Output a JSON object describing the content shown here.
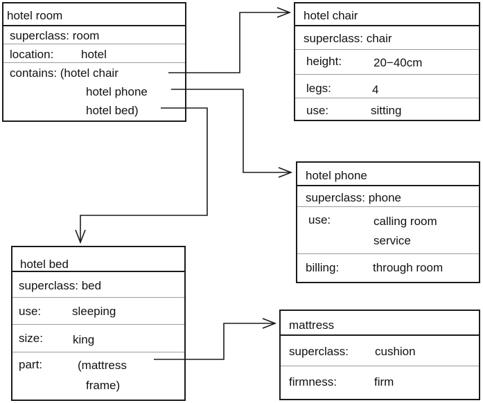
{
  "frames": {
    "hotel_room": {
      "title": "hotel room",
      "superclass": "superclass: room",
      "location_label": "location:",
      "location_value": "hotel",
      "contains_line1": "contains: (hotel chair",
      "contains_line2": "hotel phone",
      "contains_line3": "hotel bed)"
    },
    "hotel_chair": {
      "title": "hotel chair",
      "superclass": "superclass: chair",
      "height_label": "height:",
      "height_value": "20−40cm",
      "legs_label": "legs:",
      "legs_value": "4",
      "use_label": "use:",
      "use_value": "sitting"
    },
    "hotel_phone": {
      "title": "hotel phone",
      "superclass": "superclass: phone",
      "use_label": "use:",
      "use_value_line1": "calling room",
      "use_value_line2": "service",
      "billing_label": "billing:",
      "billing_value": "through room"
    },
    "hotel_bed": {
      "title": "hotel bed",
      "superclass": "superclass: bed",
      "use_label": "use:",
      "use_value": "sleeping",
      "size_label": "size:",
      "size_value": "king",
      "part_label": "part:",
      "part_value_line1": "(mattress",
      "part_value_line2": "frame)"
    },
    "mattress": {
      "title": "mattress",
      "superclass_label": "superclass:",
      "superclass_value": "cushion",
      "firmness_label": "firmness:",
      "firmness_value": "firm"
    }
  }
}
